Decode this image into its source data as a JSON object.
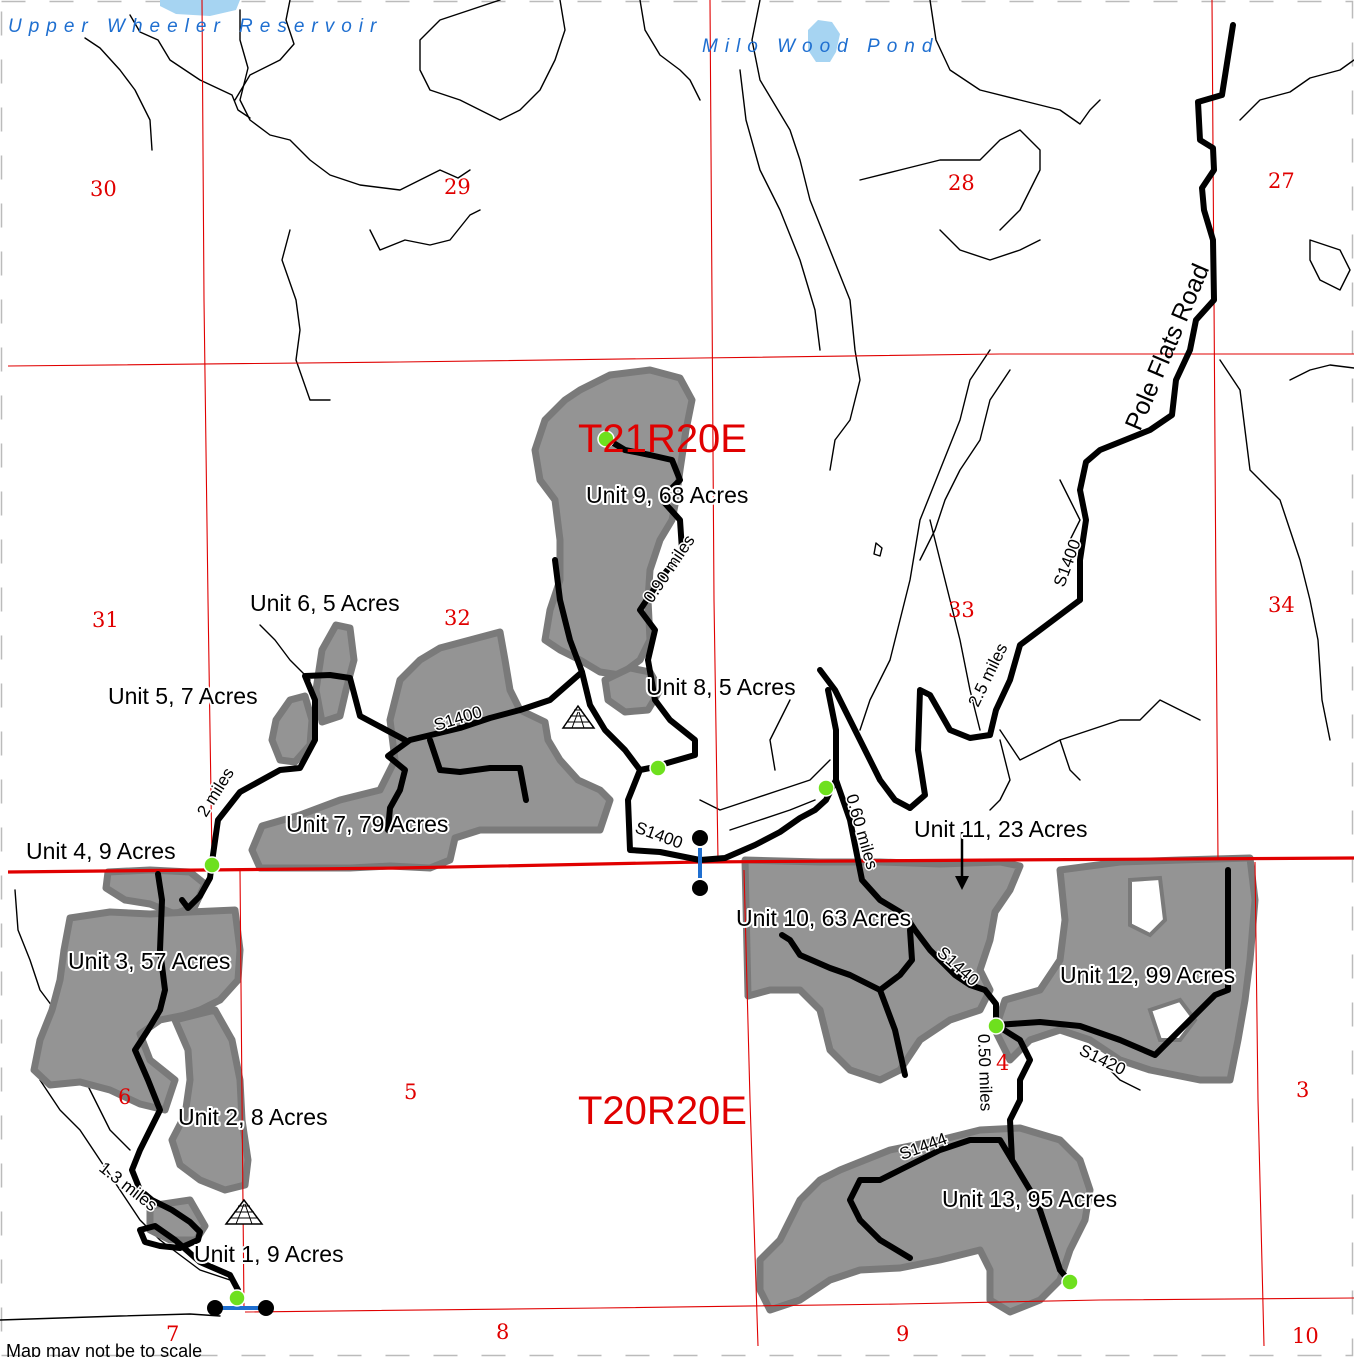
{
  "map": {
    "townships": [
      "T21R20E",
      "T20R20E"
    ],
    "sections": [
      "30",
      "29",
      "28",
      "27",
      "31",
      "32",
      "33",
      "34",
      "6",
      "5",
      "4",
      "3",
      "7",
      "8",
      "9",
      "10"
    ],
    "water_bodies": [
      "Upper Wheeler Reservoir",
      "Milo Wood Pond"
    ],
    "roads": {
      "pole_flats": "Pole Flats Road",
      "s1400_a": "S1400",
      "s1400_b": "S1400",
      "s1400_c": "S1400",
      "s1440": "S1440",
      "s1420": "S1420",
      "s1444": "S1444"
    },
    "units": [
      "Unit 1, 9 Acres",
      "Unit 2, 8 Acres",
      "Unit 3, 57 Acres",
      "Unit 4, 9 Acres",
      "Unit 5, 7 Acres",
      "Unit 6, 5 Acres",
      "Unit 7, 79 Acres",
      "Unit 8, 5 Acres",
      "Unit 9, 68 Acres",
      "Unit 10, 63 Acres",
      "Unit 11, 23 Acres",
      "Unit 12, 99 Acres",
      "Unit 13, 95 Acres"
    ],
    "distances": [
      "2 miles",
      "1.3 miles",
      "0.90 miles",
      "0.60 miles",
      "2.5 miles",
      "0.50 miles"
    ],
    "disclaimer": "Map may not be to scale",
    "colors": {
      "unit_fill": "#949494",
      "section_line": "#e00000",
      "water": "#1f6fd0",
      "landing": "#6ee01e"
    }
  }
}
